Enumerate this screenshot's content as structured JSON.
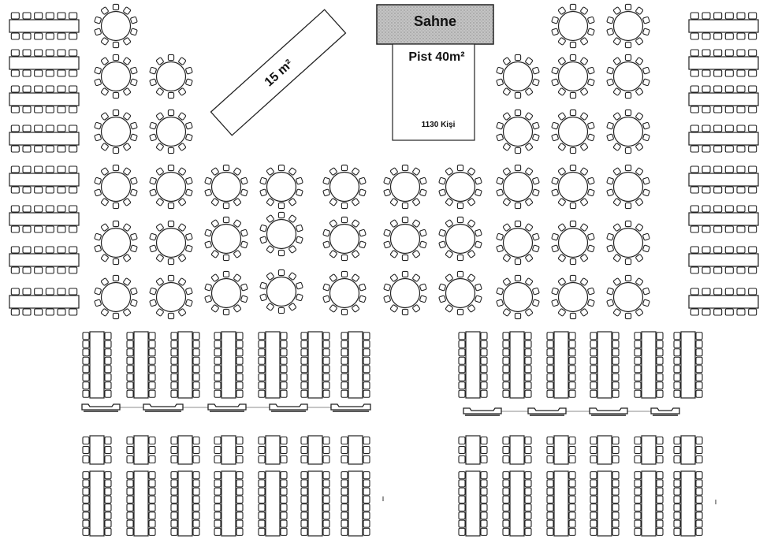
{
  "labels": {
    "stage": "Sahne",
    "dance_floor": "Pist 40m²",
    "capacity": "1130 Kişi",
    "bar_area": "15 m²"
  },
  "colors": {
    "line": "#222222",
    "stage_fill": "#b8b8b8",
    "background": "#ffffff"
  },
  "table_types": {
    "round": "round-table",
    "banquet": "banquet-table",
    "buffet": "buffet-counter"
  }
}
